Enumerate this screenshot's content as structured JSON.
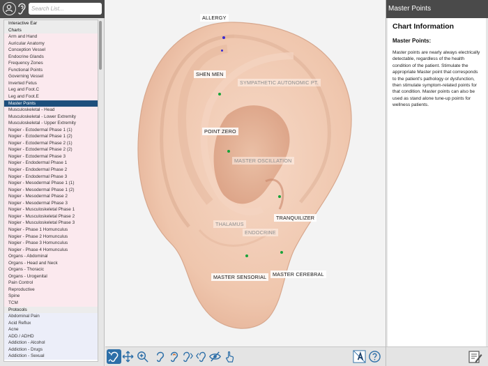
{
  "search": {
    "placeholder": "Search List..."
  },
  "list": {
    "items": [
      {
        "label": "Interactive Ear",
        "kind": "hdr"
      },
      {
        "label": "Charts",
        "kind": "hdr"
      },
      {
        "label": "Arm and Hand",
        "kind": "chart"
      },
      {
        "label": "Auricular Anatomy",
        "kind": "chart"
      },
      {
        "label": "Conception Vessel",
        "kind": "chart"
      },
      {
        "label": "Endocrine Glands",
        "kind": "chart"
      },
      {
        "label": "Frequency Zones",
        "kind": "chart"
      },
      {
        "label": "Functional Points",
        "kind": "chart"
      },
      {
        "label": "Governing Vessel",
        "kind": "chart"
      },
      {
        "label": "Inverted Fetus",
        "kind": "chart"
      },
      {
        "label": "Leg and Foot.C",
        "kind": "chart"
      },
      {
        "label": "Leg and Foot.E",
        "kind": "chart"
      },
      {
        "label": "Master Points",
        "kind": "sel"
      },
      {
        "label": "Musculoskeletal - Head",
        "kind": "chart"
      },
      {
        "label": "Musculoskeletal - Lower Extremity",
        "kind": "chart"
      },
      {
        "label": "Musculoskeletal - Upper Extremity",
        "kind": "chart"
      },
      {
        "label": "Nogier - Ectodermal Phase 1 (1)",
        "kind": "chart"
      },
      {
        "label": "Nogier - Ectodermal Phase 1 (2)",
        "kind": "chart"
      },
      {
        "label": "Nogier - Ectodermal Phase 2 (1)",
        "kind": "chart"
      },
      {
        "label": "Nogier - Ectodermal Phase 2 (2)",
        "kind": "chart"
      },
      {
        "label": "Nogier - Ectodermal Phase 3",
        "kind": "chart"
      },
      {
        "label": "Nogier - Endodermal Phase 1",
        "kind": "chart"
      },
      {
        "label": "Nogier - Endodermal Phase 2",
        "kind": "chart"
      },
      {
        "label": "Nogier - Endodermal Phase 3",
        "kind": "chart"
      },
      {
        "label": "Nogier - Mesodermal Phase 1 (1)",
        "kind": "chart"
      },
      {
        "label": "Nogier - Mesodermal Phase 1 (2)",
        "kind": "chart"
      },
      {
        "label": "Nogier - Mesodermal Phase 2",
        "kind": "chart"
      },
      {
        "label": "Nogier - Mesodermal Phase 3",
        "kind": "chart"
      },
      {
        "label": "Nogier - Musculoskeletal Phase 1",
        "kind": "chart"
      },
      {
        "label": "Nogier - Musculoskeletal Phase 2",
        "kind": "chart"
      },
      {
        "label": "Nogier - Musculoskeletal Phase 3",
        "kind": "chart"
      },
      {
        "label": "Nogier - Phase 1 Homunculus",
        "kind": "chart"
      },
      {
        "label": "Nogier - Phase 2 Homunculus",
        "kind": "chart"
      },
      {
        "label": "Nogier - Phase 3 Homunculus",
        "kind": "chart"
      },
      {
        "label": "Nogier - Phase 4 Homunculus",
        "kind": "chart"
      },
      {
        "label": "Organs - Abdominal",
        "kind": "chart"
      },
      {
        "label": "Organs - Head and Neck",
        "kind": "chart"
      },
      {
        "label": "Organs - Thoracic",
        "kind": "chart"
      },
      {
        "label": "Organs - Urogenital",
        "kind": "chart"
      },
      {
        "label": "Pain Control",
        "kind": "chart"
      },
      {
        "label": "Reproductive",
        "kind": "chart"
      },
      {
        "label": "Spine",
        "kind": "chart"
      },
      {
        "label": "TCM",
        "kind": "chart"
      },
      {
        "label": "Protocols",
        "kind": "hdr"
      },
      {
        "label": "Abdominal Pain",
        "kind": "proto"
      },
      {
        "label": "Acid Reflux",
        "kind": "proto"
      },
      {
        "label": "Acne",
        "kind": "proto"
      },
      {
        "label": "ADD / ADHD",
        "kind": "proto"
      },
      {
        "label": "Addiction - Alcohol",
        "kind": "proto"
      },
      {
        "label": "Addiction - Drugs",
        "kind": "proto"
      },
      {
        "label": "Addiction - Sexual",
        "kind": "proto"
      }
    ]
  },
  "ear": {
    "labels": {
      "allergy": "ALLERGY",
      "shen_men": "SHEN MEN",
      "sympathetic": "SYMPATHETIC AUTONOMIC PT.",
      "point_zero": "POINT ZERO",
      "master_oscillation": "MASTER OSCILLATION",
      "tranquilizer": "TRANQUILIZER",
      "thalamus": "THALAMUS",
      "endocrine": "ENDOCRINE",
      "master_sensorial": "MASTER SENSORIAL",
      "master_cerebral": "MASTER CEREBRAL"
    }
  },
  "toolbar": {
    "icons": [
      "ear-mode-icon",
      "pan-icon",
      "zoom-icon",
      "ear-view-1-icon",
      "ear-view-2-icon",
      "ear-view-3-icon",
      "ear-view-4-icon",
      "hide-icon",
      "touch-icon"
    ],
    "right_icons": [
      "text-size-icon",
      "help-icon"
    ]
  },
  "info": {
    "header": "Master Points",
    "title": "Chart Information",
    "subtitle": "Master Points:",
    "body": "Master points are nearly always electrically detectable, regardless of the health condition of the patient. Stimulate the appropriate Master point that corresponds to the patient's pathology or dysfunction, then stimulate symptom-related points for that condition. Master points can also be used as stand alone tune-up points for wellness patients."
  },
  "colors": {
    "selection": "#1d4f7c",
    "point": "#19a33a",
    "header_bar": "#4a4a4a"
  }
}
